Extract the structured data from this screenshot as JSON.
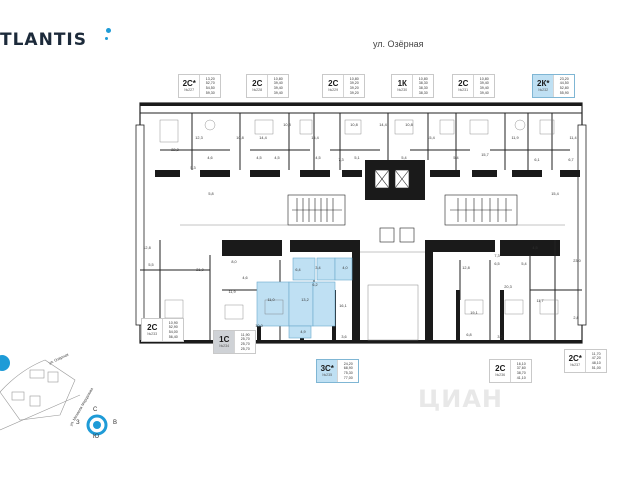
{
  "brand": {
    "logo_text": "TLANTIS"
  },
  "street": "ул. Озёрная",
  "compass": {
    "north": "С",
    "south": "Ю",
    "east": "В",
    "west": "З"
  },
  "map_inset": {
    "street_1": "ул. Озёрная",
    "street_2": "ул. Михаила Мерцалова"
  },
  "watermark": "ЦИАН",
  "colors": {
    "accent": "#1e9bd7",
    "selected_fill": "#bfe0f3",
    "wall": "#1a1a1a"
  },
  "cards": {
    "c227": {
      "type": "2С*",
      "num": "№227",
      "areas": [
        "13,20",
        "52,70",
        "54,50",
        "59,30"
      ]
    },
    "c228": {
      "type": "2С",
      "num": "№228",
      "areas": [
        "10,80",
        "39,40",
        "39,40",
        "39,40"
      ]
    },
    "c229": {
      "type": "2С",
      "num": "№229",
      "areas": [
        "10,80",
        "39,20",
        "39,20",
        "39,20"
      ]
    },
    "c230": {
      "type": "1К",
      "num": "№230",
      "areas": [
        "10,80",
        "38,30",
        "38,30",
        "38,30"
      ]
    },
    "c231": {
      "type": "2С",
      "num": "№231",
      "areas": [
        "10,80",
        "39,40",
        "39,40",
        "39,40"
      ]
    },
    "c232": {
      "type": "2К*",
      "num": "№232",
      "areas": [
        "23,20",
        "44,50",
        "52,80",
        "55,90"
      ]
    },
    "c233": {
      "type": "2С",
      "num": "№233",
      "areas": [
        "10,90",
        "52,90",
        "54,00",
        "56,40"
      ]
    },
    "c234": {
      "type": "1С",
      "num": "№234",
      "areas": [
        "11,90",
        "25,70",
        "25,70",
        "25,70"
      ]
    },
    "c235": {
      "type": "3С*",
      "num": "№235",
      "areas": [
        "24,20",
        "68,90",
        "75,30",
        "77,00"
      ]
    },
    "c236": {
      "type": "2С",
      "num": "№236",
      "areas": [
        "16,10",
        "37,60",
        "38,70",
        "41,10"
      ]
    },
    "c237": {
      "type": "2С*",
      "num": "№237",
      "areas": [
        "11,70",
        "47,20",
        "48,10",
        "51,00"
      ]
    }
  },
  "rooms": {
    "r01": "22,2",
    "r02": "12,3",
    "r03": "10,8",
    "r04": "14,4",
    "r05": "10,8",
    "r06": "15,4",
    "r07": "10,8",
    "r08": "14,4",
    "r09": "10,8",
    "r10": "15,4",
    "r11": "11,9",
    "r12": "11,4",
    "r13": "5,3",
    "r14": "4,6",
    "r15": "4,5",
    "r16": "4,5",
    "r17": "4,5",
    "r18": "5,1",
    "r19": "7,3",
    "r20": "5,4",
    "r21": "5,4",
    "r22": "15,7",
    "r23": "6,1",
    "r24": "6,7",
    "r25": "5,8",
    "r26": "15,4",
    "r27": "12,8",
    "r28": "21,0",
    "r29": "8,0",
    "r30": "11,9",
    "r31": "4,6",
    "r32": "11,0",
    "r33": "13,2",
    "r34": "16,1",
    "r35": "6,2",
    "r36": "3,4",
    "r37": "4,0",
    "r38": "6,4",
    "r39": "4,9",
    "r40": "3,6",
    "r41": "12,8",
    "r42": "6,5",
    "r43": "19,1",
    "r44": "20,3",
    "r45": "11,7",
    "r46": "23,0",
    "r47": "5,4",
    "r48": "7,3",
    "r49": "5,5",
    "r50": "2,8",
    "r51": "4,5",
    "r52": "6,8",
    "r53": "10,0",
    "r54": "3,2"
  }
}
